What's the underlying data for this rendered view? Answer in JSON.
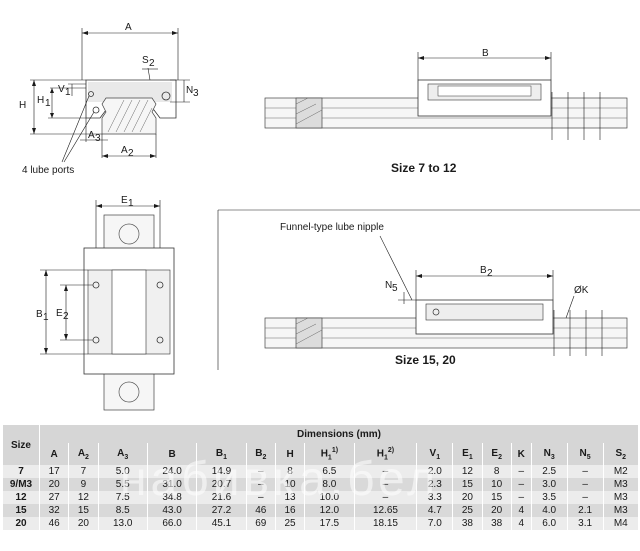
{
  "labels": {
    "A": "A",
    "S2": "S",
    "S2_sub": "2",
    "H": "H",
    "H1": "H",
    "H1_sub": "1",
    "V1": "V",
    "V1_sub": "1",
    "N3": "N",
    "N3_sub": "3",
    "A3": "A",
    "A3_sub": "3",
    "A2": "A",
    "A2_sub": "2",
    "lube_ports": "4 lube ports",
    "B": "B",
    "size_7_12": "Size 7 to 12",
    "E1": "E",
    "E1_sub": "1",
    "B1": "B",
    "B1_sub": "1",
    "E2": "E",
    "E2_sub": "2",
    "funnel": "Funnel-type lube nipple",
    "B2": "B",
    "B2_sub": "2",
    "N5": "N",
    "N5_sub": "5",
    "K": "ØK",
    "size_15_20": "Size 15, 20"
  },
  "table": {
    "size_header": "Size",
    "group_header": "Dimensions (mm)",
    "columns": [
      {
        "main": "A",
        "sub": "",
        "sup": ""
      },
      {
        "main": "A",
        "sub": "2",
        "sup": ""
      },
      {
        "main": "A",
        "sub": "3",
        "sup": ""
      },
      {
        "main": "B",
        "sub": "",
        "sup": ""
      },
      {
        "main": "B",
        "sub": "1",
        "sup": ""
      },
      {
        "main": "B",
        "sub": "2",
        "sup": ""
      },
      {
        "main": "H",
        "sub": "",
        "sup": ""
      },
      {
        "main": "H",
        "sub": "1",
        "sup": "1)"
      },
      {
        "main": "H",
        "sub": "1",
        "sup": "2)"
      },
      {
        "main": "V",
        "sub": "1",
        "sup": ""
      },
      {
        "main": "E",
        "sub": "1",
        "sup": ""
      },
      {
        "main": "E",
        "sub": "2",
        "sup": ""
      },
      {
        "main": "K",
        "sub": "",
        "sup": ""
      },
      {
        "main": "N",
        "sub": "3",
        "sup": ""
      },
      {
        "main": "N",
        "sub": "5",
        "sup": ""
      },
      {
        "main": "S",
        "sub": "2",
        "sup": ""
      }
    ],
    "rows": [
      {
        "size": "7",
        "values": [
          "17",
          "7",
          "5.0",
          "24.0",
          "14.9",
          "–",
          "8",
          "6.5",
          "–",
          "2.0",
          "12",
          "8",
          "–",
          "2.5",
          "–",
          "M2"
        ]
      },
      {
        "size": "9/M3",
        "values": [
          "20",
          "9",
          "5.5",
          "31.0",
          "20.7",
          "–",
          "10",
          "8.0",
          "–",
          "2.3",
          "15",
          "10",
          "–",
          "3.0",
          "–",
          "M3"
        ]
      },
      {
        "size": "12",
        "values": [
          "27",
          "12",
          "7.5",
          "34.8",
          "21.6",
          "–",
          "13",
          "10.0",
          "–",
          "3.3",
          "20",
          "15",
          "–",
          "3.5",
          "–",
          "M3"
        ]
      },
      {
        "size": "15",
        "values": [
          "32",
          "15",
          "8.5",
          "43.0",
          "27.2",
          "46",
          "16",
          "12.0",
          "12.65",
          "4.7",
          "25",
          "20",
          "4",
          "4.0",
          "2.1",
          "M3"
        ]
      },
      {
        "size": "20",
        "values": [
          "46",
          "20",
          "13.0",
          "66.0",
          "45.1",
          "69",
          "25",
          "17.5",
          "18.15",
          "7.0",
          "38",
          "38",
          "4",
          "6.0",
          "3.1",
          "M4"
        ]
      }
    ]
  },
  "watermark": "набивка.бел"
}
